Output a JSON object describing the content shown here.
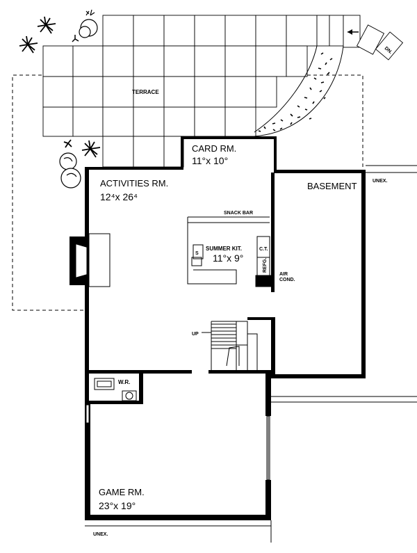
{
  "labels": {
    "terrace": "TERRACE",
    "card_rm": "CARD RM.",
    "card_dim": "11°x 10°",
    "activities_rm": "ACTIVITIES RM.",
    "activities_dim": "12⁴x 26⁴",
    "basement": "BASEMENT",
    "unex_right": "UNEX.",
    "snack_bar": "SNACK BAR",
    "summer_kit": "SUMMER KIT.",
    "summer_dim": "11°x 9°",
    "ct": "C.T.",
    "refg": "REFG.",
    "s": "S",
    "air_cond_1": "AIR",
    "air_cond_2": "COND.",
    "up": "UP",
    "wr": "W.R.",
    "game_rm": "GAME RM.",
    "game_dim": "23°x 19°",
    "unex_bottom": "UNEX.",
    "dn": "DN."
  }
}
